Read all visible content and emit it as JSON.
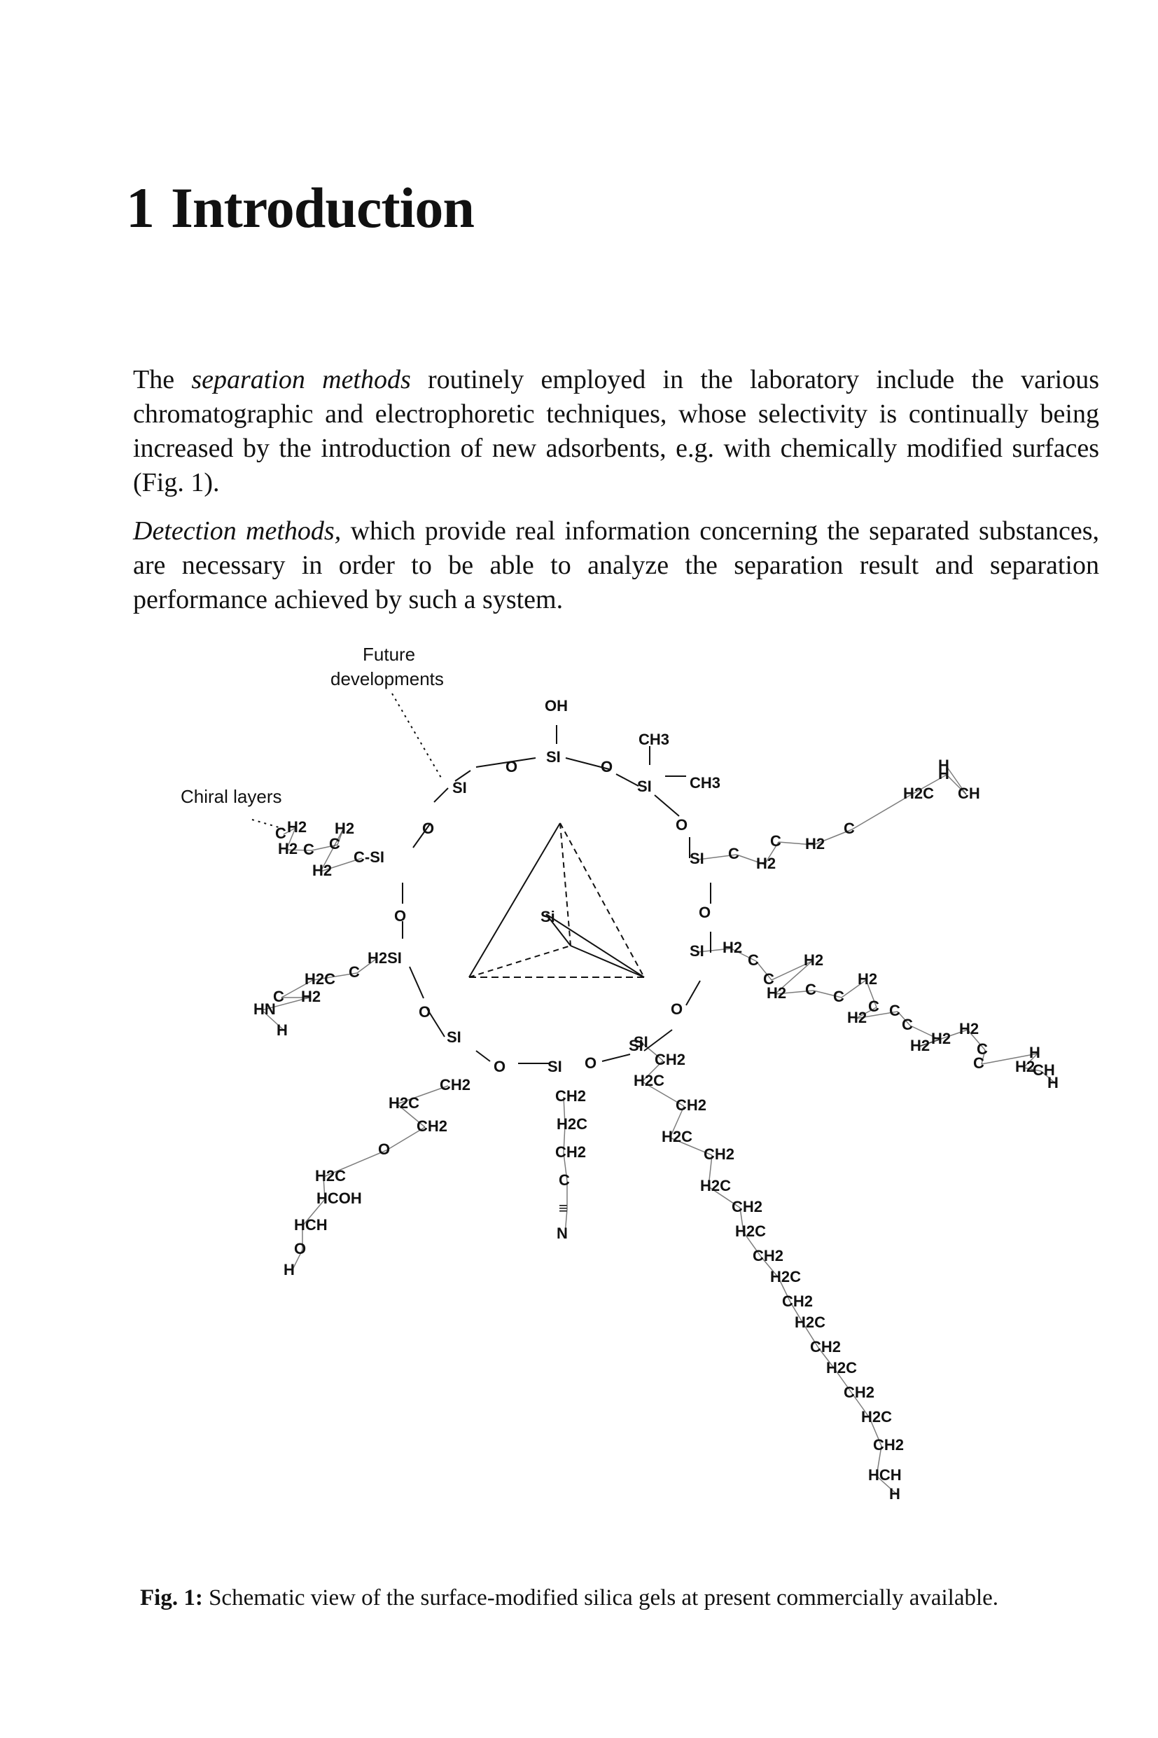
{
  "chapter": {
    "number": "1",
    "title": "Introduction"
  },
  "paragraphs": [
    {
      "lead": "The ",
      "emph": "separation methods",
      "rest": " routinely employed in the laboratory include the various chromatographic and electrophoretic techniques, whose selectivity is continually being increased by the introduction of new adsorbents, e.g. with chemically modified surfaces (Fig. 1)."
    },
    {
      "lead": "",
      "emph": "Detection methods,",
      "rest": " which provide real information concerning the separated substances, are necessary in order to be able to analyze the separation result and separation performance achieved by such a system."
    }
  ],
  "figure": {
    "label_future": [
      "Future",
      "developments"
    ],
    "label_chiral": "Chiral layers",
    "center_atom": "Si",
    "ring": {
      "si": "SI",
      "o": "O",
      "oh": "OH",
      "ch3_top": "CH3",
      "ch3_right": "CH3"
    },
    "chains": {
      "nitrile": [
        "CH2",
        "H2C",
        "CH2",
        "C",
        "≡",
        "N"
      ],
      "diol": [
        "CH2",
        "H2C",
        "CH2",
        "O",
        "H2C",
        "HCOH",
        "HCH",
        "O",
        "H"
      ],
      "amino": [
        "H2SI",
        "C",
        "H2C",
        "C",
        "H2",
        "HN",
        "H"
      ],
      "chiral": [
        "C",
        "H2",
        "H2",
        "C",
        "C",
        "H2",
        "H2",
        "C-SI"
      ],
      "butyl": [
        "SI",
        "C",
        "H2",
        "C",
        "H2",
        "C",
        "H2C",
        "H",
        "CH",
        "H"
      ],
      "octyl": [
        "SI",
        "H2",
        "C",
        "C",
        "H2",
        "H2",
        "C",
        "C",
        "H2",
        "C",
        "H2",
        "C",
        "C",
        "H2",
        "H2",
        "H2",
        "C",
        "C",
        "H",
        "H2",
        "CH",
        "H"
      ],
      "octadecyl": [
        "SI",
        "CH2",
        "H2C",
        "CH2",
        "H2C",
        "CH2",
        "H2C",
        "CH2",
        "H2C",
        "CH2",
        "H2C",
        "CH2",
        "H2C",
        "CH2",
        "H2C",
        "CH2",
        "H2C",
        "CH2",
        "HCH",
        "H"
      ]
    }
  },
  "caption": {
    "label": "Fig. 1:",
    "text": " Schematic view of the surface-modified silica gels at present commercially available."
  }
}
